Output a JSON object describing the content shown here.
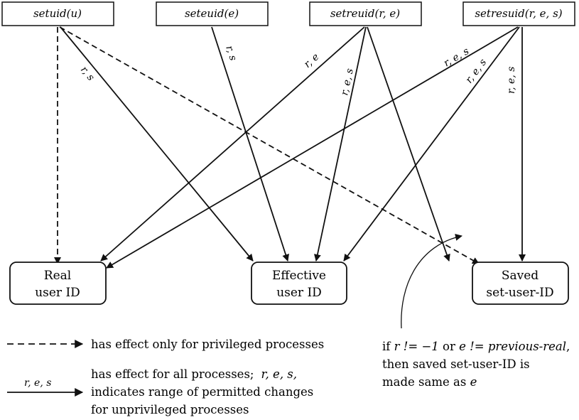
{
  "functions": {
    "setuid": "setuid(u)",
    "seteuid": "seteuid(e)",
    "setreuid": "setreuid(r, e)",
    "setresuid": "setresuid(r, e, s)"
  },
  "ids": {
    "real": [
      "Real",
      "user ID"
    ],
    "effective": [
      "Effective",
      "user ID"
    ],
    "saved": [
      "Saved",
      "set-user-ID"
    ]
  },
  "arrow_labels": {
    "setuid_to_effective": "r, s",
    "seteuid_to_effective": "r, s",
    "setreuid_to_real": "r, e",
    "setreuid_to_effective": "r, e, s",
    "setresuid_to_real": "r, e, s",
    "setresuid_to_effective": "r, e, s",
    "setresuid_to_saved": "r, e, s"
  },
  "legend": {
    "dashed_text": "has effect only for privileged processes",
    "solid_label": "r, e, s",
    "solid_text": [
      "has effect for all processes;",
      "r, e, s,",
      "indicates range of permitted changes",
      "for unprivileged processes"
    ]
  },
  "note": {
    "line1_prefix": "if ",
    "r_expr": "r != −1",
    "or": " or ",
    "e_expr": "e != previous-real",
    "line1_suffix": ",",
    "line2": "then saved set-user-ID is",
    "line3_prefix": "made same as ",
    "line3_var": "e"
  }
}
